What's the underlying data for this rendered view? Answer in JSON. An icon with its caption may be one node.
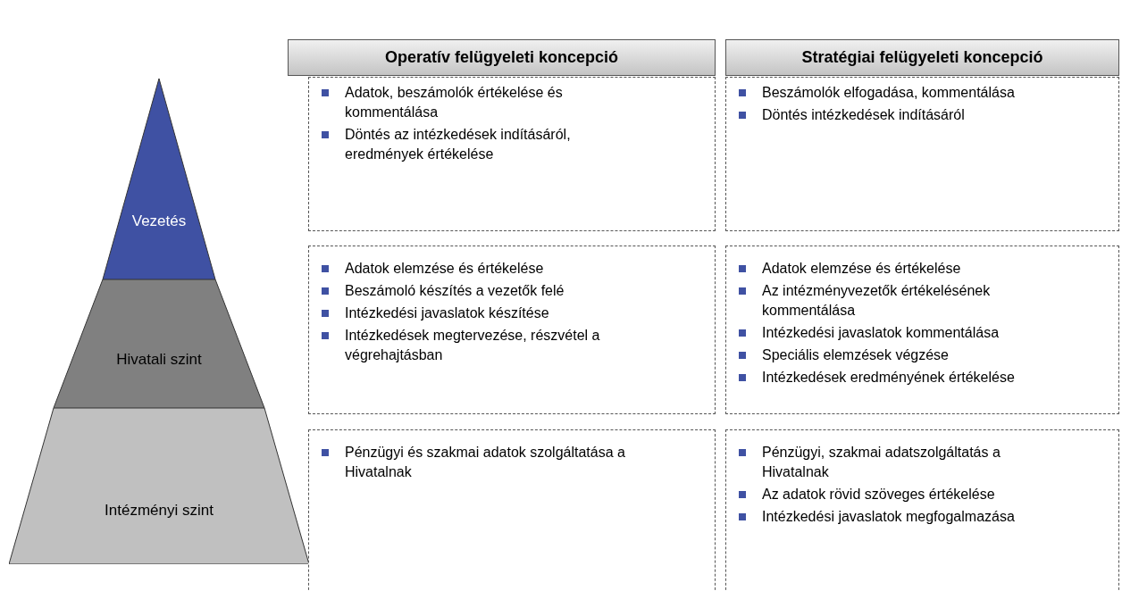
{
  "diagram": {
    "nodes": [
      {
        "text": [
          "Operatív felügyeleti koncepció"
        ]
      },
      {
        "text": [
          "Stratégiai felügyeleti koncepció"
        ]
      },
      {
        "text": [
          "Vezetés"
        ]
      },
      {
        "text": [
          "Adatok, beszámolók értékelése és kommentálása",
          "Döntés az intézkedések indításáról, eredmények értékelése"
        ]
      },
      {
        "text": [
          "Beszámolók elfogadása, kommentálása",
          "Döntés intézkedések indításáról"
        ]
      },
      {
        "text": [
          "Hivatali szint"
        ]
      },
      {
        "text": [
          "Adatok elemzése és értékelése",
          "Beszámoló készítés a vezetők felé",
          "Intézkedési javaslatok készítése",
          "Intézkedések megtervezése, részvétel a végrehajtásban"
        ]
      },
      {
        "text": [
          "Adatok elemzése és értékelése",
          "Az intézményvezetők értékelésének kommentálása",
          "Intézkedési javaslatok kommentálása",
          "Speciális elemzések végzése",
          "Intézkedések eredményének értékelése"
        ]
      },
      {
        "text": [
          "Intézményi szint"
        ]
      },
      {
        "text": [
          "Pénzügyi és szakmai adatok szolgáltatása a Hivatalnak"
        ]
      },
      {
        "text": [
          "Pénzügyi, szakmai adatszolgáltatás a Hivatalnak",
          "Az adatok rövid szöveges értékelése",
          "Intézkedési javaslatok megfogalmazása"
        ]
      }
    ]
  }
}
